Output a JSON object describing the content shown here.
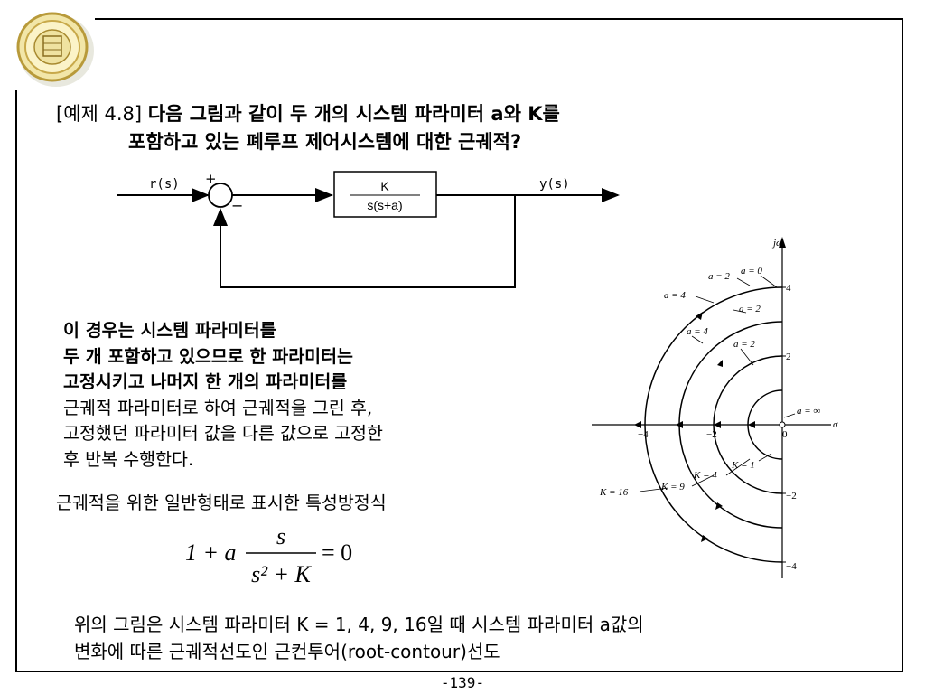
{
  "title": {
    "prefix": "[예제 4.8] ",
    "line1": "다음 그림과 같이 두 개의 시스템 파라미터 a와 K를",
    "line2": "포함하고 있는 폐루프 제어시스템에 대한 근궤적?"
  },
  "block_diagram": {
    "input_label": "r(s)",
    "output_label": "y(s)",
    "plus_sign": "+",
    "minus_sign": "−",
    "tf_numerator": "K",
    "tf_denominator": "s(s+a)"
  },
  "body_lines": [
    " 이 경우는 시스템 파라미터를",
    "두 개 포함하고 있으므로 한 파라미터는",
    "고정시키고 나머지 한 개의 파라미터를",
    "근궤적 파라미터로 하여 근궤적을 그린 후,",
    "고정했던 파라미터 값을 다른 값으로 고정한",
    "후 반복 수행한다."
  ],
  "lead_text": "근궤적을 위한 일반형태로 표시한 특성방정식",
  "formula": {
    "lhs": "1 + a",
    "numerator": "s",
    "denominator": "s² + K",
    "rhs": "= 0"
  },
  "root_contour": {
    "axis_y_label": "jω",
    "axis_x_label": "σ",
    "x_ticks": [
      "−4",
      "−2",
      "0"
    ],
    "y_ticks": [
      "4",
      "2",
      "−2",
      "−4"
    ],
    "a_labels": [
      "a = 2",
      "a = 0",
      "a = 4",
      "a = 2",
      "a = 4",
      "a = 2",
      "a = ∞"
    ],
    "k_labels": [
      "K = 16",
      "K = 9",
      "K = 4",
      "K = 1"
    ],
    "K_values": [
      1,
      4,
      9,
      16
    ]
  },
  "caption": {
    "line1": "위의 그림은 시스템 파라미터 K = 1, 4, 9, 16일 때 시스템 파라미터 a값의",
    "line2": "변화에 따른 근궤적선도인 근컨투어(root-contour)선도"
  },
  "page_number": "-139-"
}
